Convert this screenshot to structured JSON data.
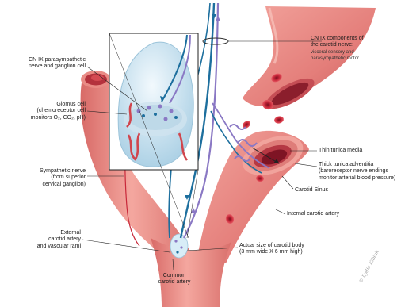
{
  "labels": {
    "cn9_components": {
      "line1": "CN IX components of",
      "line2": "the carotid nerve:",
      "line3": "visceral sensory and",
      "line4": "parasympathetic motor"
    },
    "cn9_parasympathetic": {
      "line1": "CN IX parasympathetic",
      "line2": "nerve and ganglion cell"
    },
    "glomus_cell": {
      "line1": "Glomus cell",
      "line2": "(chemoreceptor cell",
      "line3": "monitors O₂, CO₂, pH)"
    },
    "sympathetic_nerve": {
      "line1": "Sympathetic nerve",
      "line2": "(from superior",
      "line3": "cervical ganglion)"
    },
    "external_carotid": {
      "line1": "External",
      "line2": "carotid artery",
      "line3": "and vascular rami"
    },
    "common_carotid": {
      "line1": "Common",
      "line2": "carotid artery"
    },
    "thin_tunica": "Thin tunica media",
    "thick_tunica": {
      "line1": "Thick tunica adventitia",
      "line2": "(baroreceptor nerve endings",
      "line3": "monitor arterial blood pressure)"
    },
    "carotid_sinus": "Carotid Sinus",
    "internal_carotid": "Internal carotid artery",
    "actual_size": {
      "line1": "Actual size of carotid body",
      "line2": "(3 mm wide X 6 mm high)"
    }
  },
  "signature": "© Lydia Kibiuk",
  "colors": {
    "artery": "#e9837f",
    "artery_light": "#f6b3ac",
    "artery_dark": "#b84a4a",
    "nerve_blue": "#1d6f9e",
    "nerve_purple": "#8a78c4",
    "capsule": "#cfe6f3",
    "rbc": "#c8283a"
  }
}
